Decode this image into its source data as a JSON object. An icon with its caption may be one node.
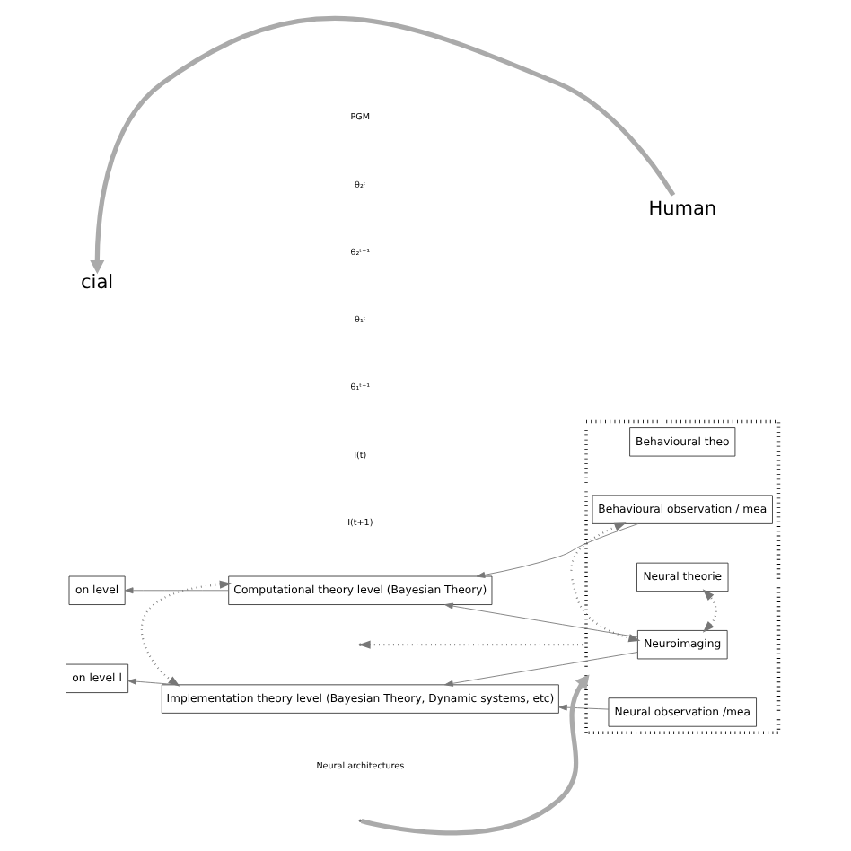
{
  "diagram": {
    "nodes": [
      {
        "text": [
          "cial"
        ]
      },
      {
        "text": [
          "Human"
        ]
      },
      {
        "text": [
          "on level"
        ]
      },
      {
        "text": [
          "Computational theory level (Bayesian Theory)"
        ]
      },
      {
        "text": [
          "on level l"
        ]
      },
      {
        "text": [
          "Implementation theory level (Bayesian Theory, Dynamic systems, etc)"
        ]
      },
      {
        "text": [],
        "shape": "box"
      },
      {
        "text": [
          "Behavioural theo"
        ],
        "in": 6
      },
      {
        "text": [
          "Behavioural observation / mea"
        ],
        "in": 6
      },
      {
        "text": [
          "Neuroimaging"
        ],
        "in": 6
      },
      {
        "text": [
          "Neural theorie"
        ],
        "in": 6
      },
      {
        "text": [
          "Neural observation /mea"
        ],
        "in": 6
      }
    ],
    "edges": [
      {
        "from": 1,
        "to": 0,
        "arrow": "to",
        "style": "thick",
        "color": "#aaaaaa"
      },
      {
        "from": null,
        "to": 6,
        "arrow": "to",
        "style": "thick",
        "color": "#aaaaaa"
      },
      {
        "from": 3,
        "to": 2,
        "arrow": "to"
      },
      {
        "from": 5,
        "to": 4,
        "arrow": "to"
      },
      {
        "from": 8,
        "to": 3,
        "arrow": "to"
      },
      {
        "from": 9,
        "to": 3,
        "arrow": "to"
      },
      {
        "from": 9,
        "to": 5,
        "arrow": "to"
      },
      {
        "from": 11,
        "to": 5,
        "arrow": "to"
      },
      {
        "from": 3,
        "to": 5,
        "arrow": "both",
        "style": "dashed"
      },
      {
        "from": 6,
        "to": null,
        "arrow": "to",
        "style": "dashed"
      },
      {
        "from": 8,
        "to": 9,
        "arrow": "both",
        "style": "dashed"
      },
      {
        "from": 9,
        "to": 10,
        "arrow": "both",
        "style": "dashed"
      }
    ],
    "labels": [
      "PGM",
      "θ₂ᵗ",
      "θ₂ᵗ⁺¹",
      "θ₁ᵗ",
      "θ₁ᵗ⁺¹",
      "I(t)",
      "I(t+1)",
      "Neural architectures"
    ]
  }
}
